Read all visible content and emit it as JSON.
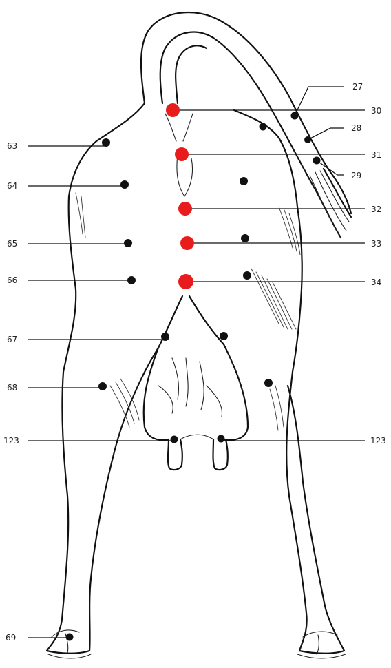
{
  "diagram": {
    "labels": {
      "l27": "27",
      "l28": "28",
      "l29": "29",
      "l30": "30",
      "l31": "31",
      "l32": "32",
      "l33": "33",
      "l34": "34",
      "l63": "63",
      "l64": "64",
      "l65": "65",
      "l66": "66",
      "l67": "67",
      "l68": "68",
      "l123_left": "123",
      "l123_right": "123",
      "l69": "69"
    },
    "colors": {
      "highlight_point": "#e81c1c",
      "standard_point": "#111111",
      "outline": "#111111",
      "background": "#ffffff"
    }
  }
}
